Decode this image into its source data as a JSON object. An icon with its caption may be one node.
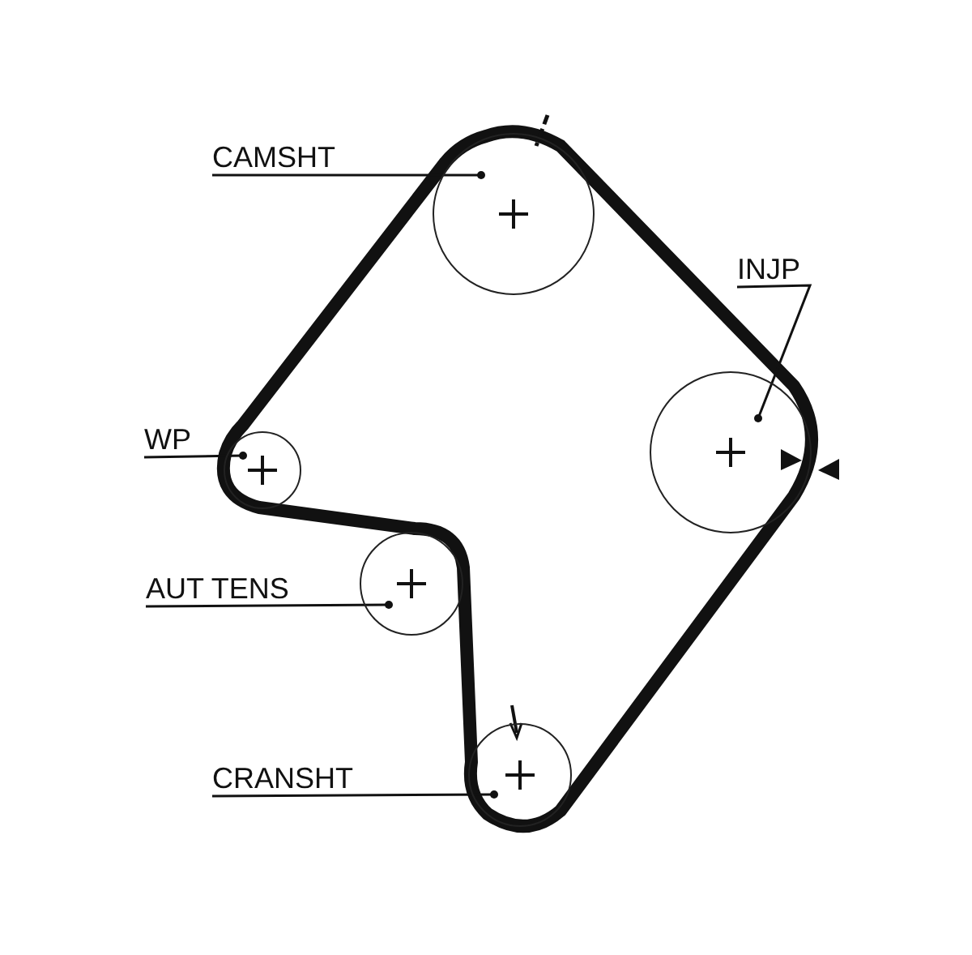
{
  "diagram": {
    "nodes": [
      {
        "text": [
          "CAMSHT"
        ]
      },
      {
        "text": [],
        "shape": "circle"
      },
      {
        "text": [
          "INJP"
        ]
      },
      {
        "text": [],
        "shape": "circle"
      },
      {
        "text": [
          "WP"
        ]
      },
      {
        "text": [],
        "shape": "circle"
      },
      {
        "text": [
          "AUT TENS"
        ]
      },
      {
        "text": [],
        "shape": "circle"
      },
      {
        "text": [
          "CRANSHT"
        ]
      },
      {
        "text": [],
        "shape": "circle"
      }
    ],
    "edges": [
      {
        "from": 0,
        "to": 1,
        "arrow": "other"
      },
      {
        "from": 2,
        "to": 3,
        "arrow": "other"
      },
      {
        "from": 4,
        "to": 5,
        "arrow": "other"
      },
      {
        "from": 6,
        "to": 7,
        "arrow": "other"
      },
      {
        "from": 8,
        "to": 9,
        "arrow": "other"
      }
    ]
  }
}
